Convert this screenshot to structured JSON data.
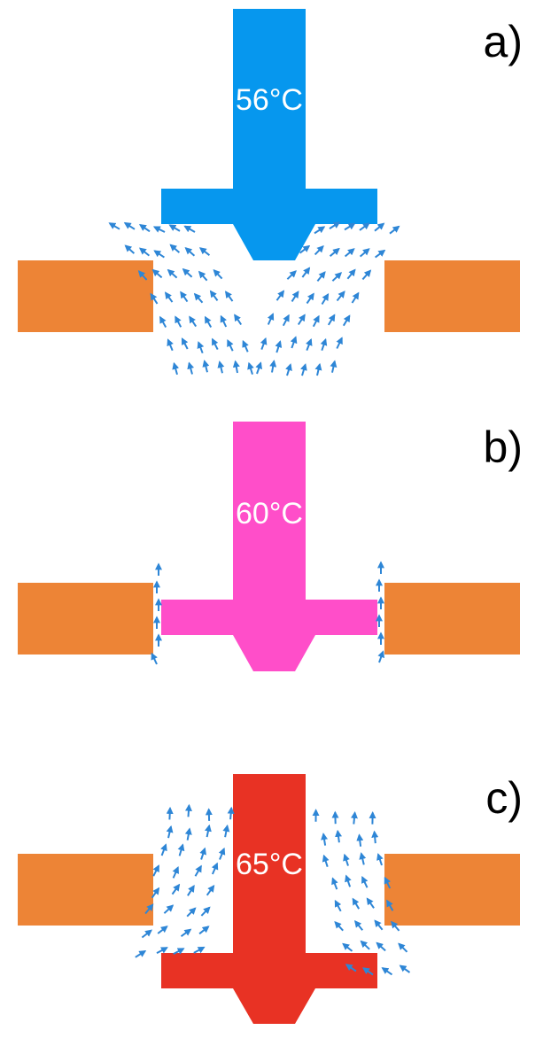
{
  "colors": {
    "block": "#ED8436",
    "arrow": "#2E86D6",
    "panel_a": "#0697EE",
    "panel_b": "#FF4EC9",
    "panel_c": "#E83224"
  },
  "panels": [
    {
      "letter": "a)",
      "temperature": "56°C",
      "color_key": "panel_a",
      "flow": "upward-spreading"
    },
    {
      "letter": "b)",
      "temperature": "60°C",
      "color_key": "panel_b",
      "flow": "thin-upward"
    },
    {
      "letter": "c)",
      "temperature": "65°C",
      "color_key": "panel_c",
      "flow": "upward-inward"
    }
  ]
}
